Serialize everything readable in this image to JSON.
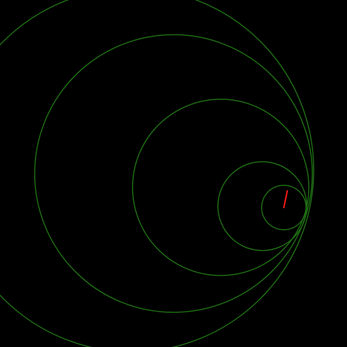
{
  "scene": {
    "background_color": "#000000",
    "ring_color": "#1f6e14",
    "pointer_color": "#ff1a1a",
    "ring_count": 5,
    "rings": [
      {
        "name": "ring-1"
      },
      {
        "name": "ring-2"
      },
      {
        "name": "ring-3"
      },
      {
        "name": "ring-4"
      },
      {
        "name": "ring-5"
      }
    ],
    "pointer": {
      "name": "pointer-marker"
    }
  }
}
